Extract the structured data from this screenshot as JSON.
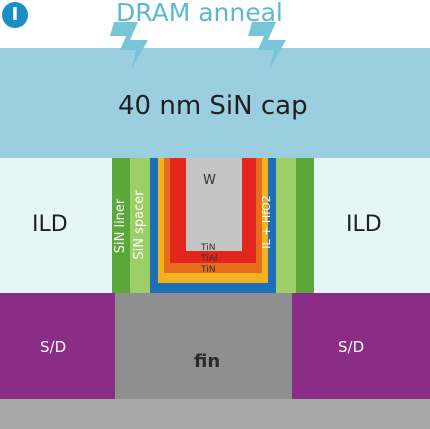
{
  "step_marker": "I",
  "title": "DRAM anneal",
  "cap_label": "40 nm SiN cap",
  "ild_left": "ILD",
  "ild_right": "ILD",
  "liner_label": "SiN liner",
  "spacer_label": "SiN spacer",
  "metal_w": "W",
  "metal_tin_top": "TiN",
  "metal_tial": "TiAl",
  "metal_tin_bottom": "TiN",
  "dielectric_label": "IL + HfO2",
  "sd_left": "S/D",
  "sd_right": "S/D",
  "fin_label": "fin",
  "colors": {
    "arrow": "#78c4d8",
    "title": "#5bb8d4",
    "cap": "#9bcfe0",
    "ild": "#e6f5f8",
    "liner": "#5aa83a",
    "spacer": "#9ccf67",
    "dielectric": "#1e6fb8",
    "tin_outer": "#f2b321",
    "tial": "#e76c1c",
    "tin_inner": "#e2261e",
    "tungsten": "#c5c5c5",
    "sd": "#8b2c86",
    "fin": "#8f8f8f",
    "substrate": "#a8a8a8"
  }
}
